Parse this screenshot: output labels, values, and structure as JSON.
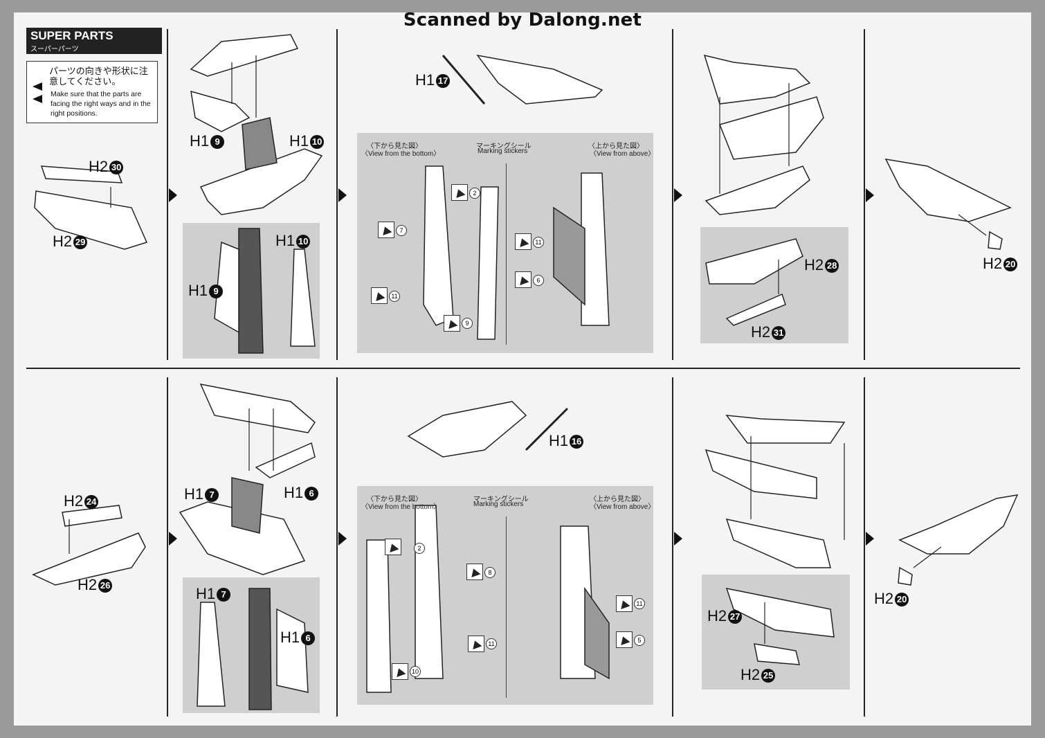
{
  "watermark": "Scanned by Dalong.net",
  "super_parts": {
    "title": "SUPER PARTS",
    "title_jp": "スーパーパーツ",
    "note_jp": "パーツの向きや形状に注意してください。",
    "note_en": "Make sure that the parts are facing the right ways and in the right positions."
  },
  "views": {
    "bottom_jp": "〈下から見た図〉",
    "bottom_en": "〈View from the bottom〉",
    "stickers_jp": "マーキングシール",
    "stickers_en": "Marking stickers",
    "above_jp": "〈上から見た図〉",
    "above_en": "〈View from above〉"
  },
  "top_row": {
    "step1": {
      "a": "H2",
      "a_n": "30",
      "b": "H2",
      "b_n": "29"
    },
    "step2": {
      "a": "H1",
      "a_n": "9",
      "b": "H1",
      "b_n": "10",
      "c": "H1",
      "c_n": "10",
      "d": "H1",
      "d_n": "9"
    },
    "step3": {
      "a": "H1",
      "a_n": "17",
      "stickers": [
        "2",
        "7",
        "11",
        "9",
        "11",
        "6"
      ]
    },
    "step4": {
      "a": "H2",
      "a_n": "28",
      "b": "H2",
      "b_n": "31"
    },
    "step5": {
      "a": "H2",
      "a_n": "20"
    }
  },
  "bottom_row": {
    "step1": {
      "a": "H2",
      "a_n": "24",
      "b": "H2",
      "b_n": "26"
    },
    "step2": {
      "a": "H1",
      "a_n": "7",
      "b": "H1",
      "b_n": "6",
      "c": "H1",
      "c_n": "7",
      "d": "H1",
      "d_n": "6"
    },
    "step3": {
      "a": "H1",
      "a_n": "16",
      "stickers": [
        "2",
        "8",
        "11",
        "10",
        "11",
        "5"
      ]
    },
    "step4": {
      "a": "H2",
      "a_n": "27",
      "b": "H2",
      "b_n": "25"
    },
    "step5": {
      "a": "H2",
      "a_n": "20"
    }
  }
}
